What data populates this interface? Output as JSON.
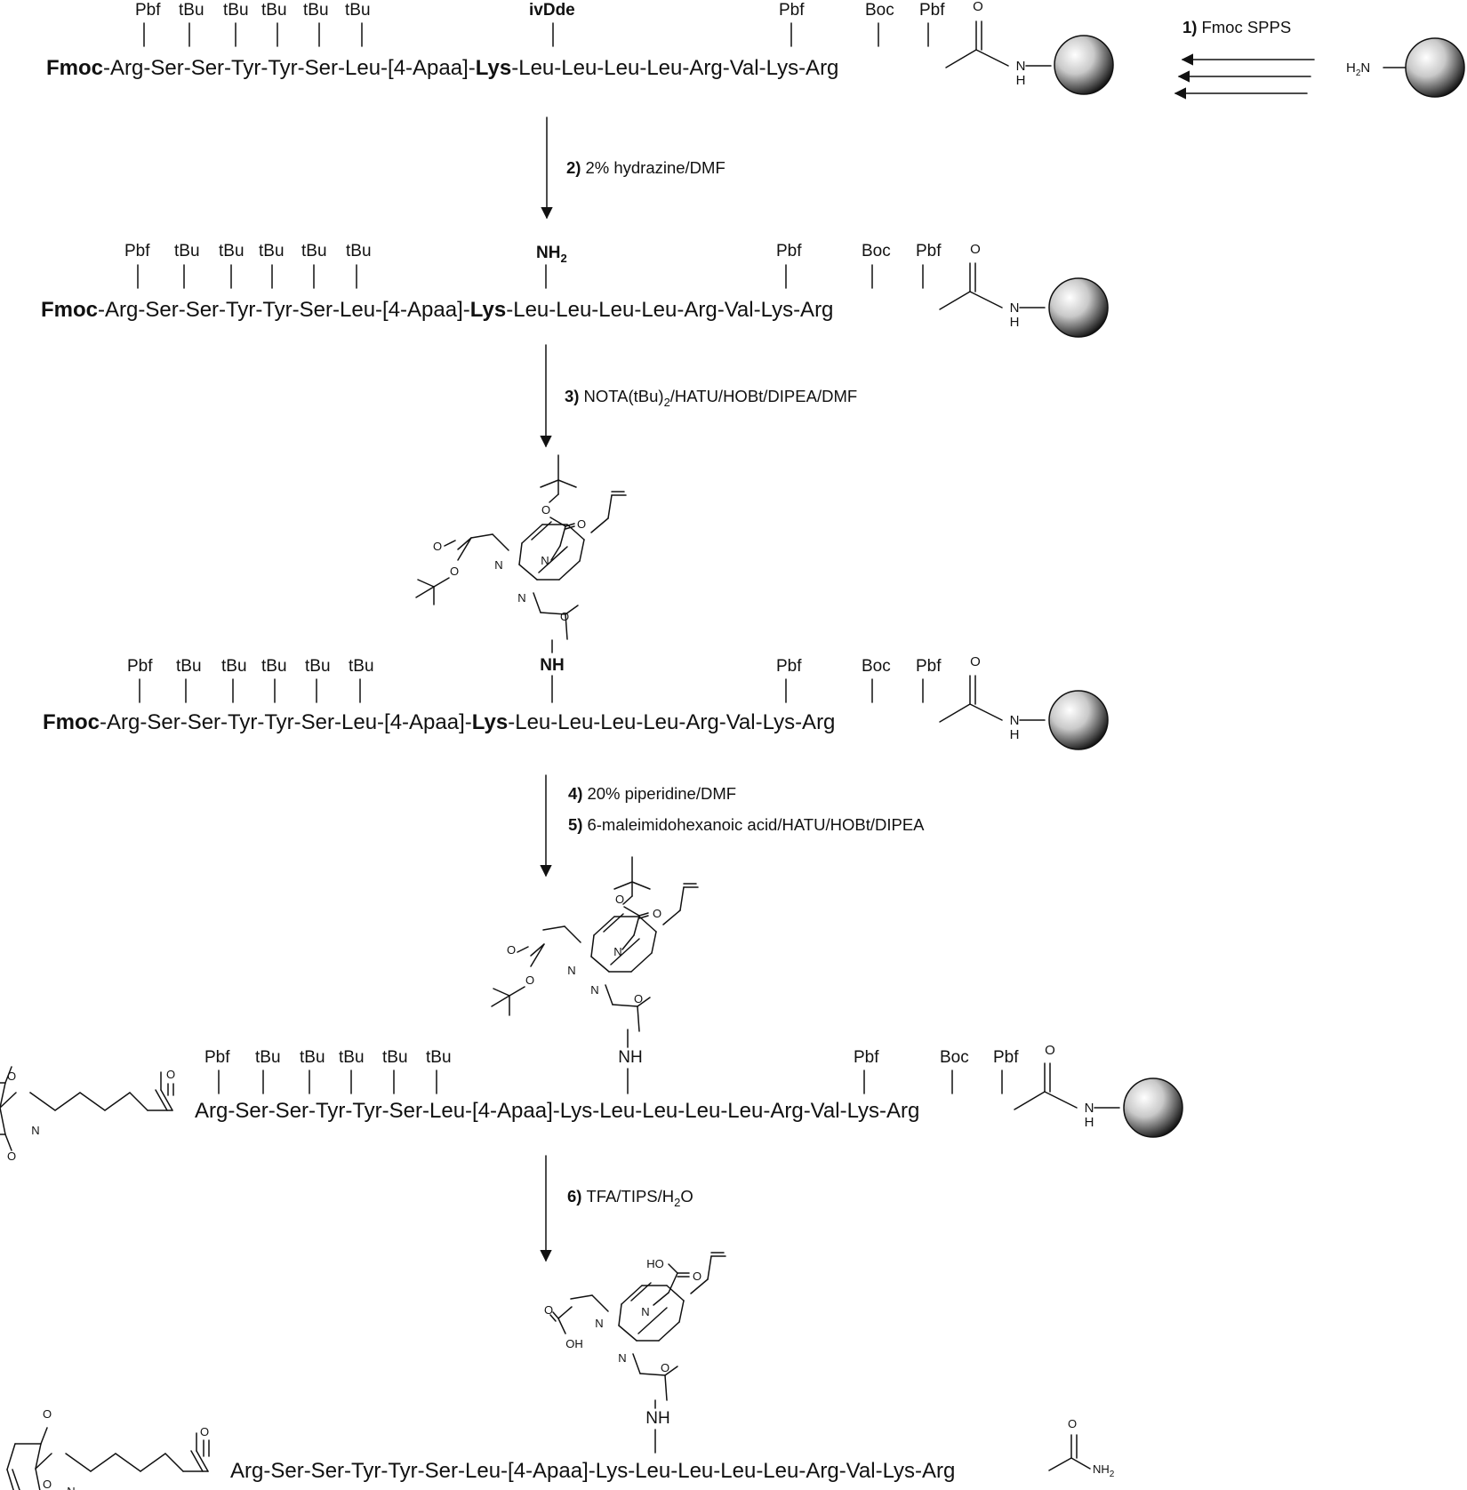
{
  "steps": {
    "s1": {
      "num": "1)",
      "text": "Fmoc SPPS"
    },
    "s2": {
      "num": "2)",
      "text": "2% hydrazine/DMF"
    },
    "s3": {
      "num": "3)",
      "text": "NOTA(tBu)",
      "sub": "2",
      "tail": "/HATU/HOBt/DIPEA/DMF"
    },
    "s4": {
      "num": "4)",
      "text": "20% piperidine/DMF"
    },
    "s5": {
      "num": "5)",
      "text": "6-maleimidohexanoic acid/HATU/HOBt/DIPEA"
    },
    "s6": {
      "num": "6)",
      "text": "TFA/TIPS/H",
      "sub": "2",
      "tail": "O"
    }
  },
  "peptide": {
    "fmoc": "Fmoc",
    "seq_a": "-Arg-Ser-Ser-Tyr-Tyr-Ser-Leu-[4-Apaa]-",
    "lys": "Lys",
    "seq_b": "-Leu-Leu-Leu-Leu-Arg-Val-Lys-Arg",
    "full": "Arg-Ser-Ser-Tyr-Tyr-Ser-Leu-[4-Apaa]-Lys-Leu-Leu-Leu-Leu-Arg-Val-Lys-Arg"
  },
  "protecting_groups": {
    "pbf": "Pbf",
    "tbu": "tBu",
    "boc": "Boc",
    "ivdde": "ivDde",
    "nh2_main": "NH",
    "nh2_sub": "2",
    "nh": "NH"
  },
  "atoms": {
    "o": "O",
    "n": "N",
    "h": "H",
    "nh": "NH",
    "ho": "HO",
    "oh": "OH",
    "h2n_h": "H",
    "h2n_2": "2",
    "h2n_n": "N",
    "amide_nh": "NH",
    "amide_2": "2"
  }
}
